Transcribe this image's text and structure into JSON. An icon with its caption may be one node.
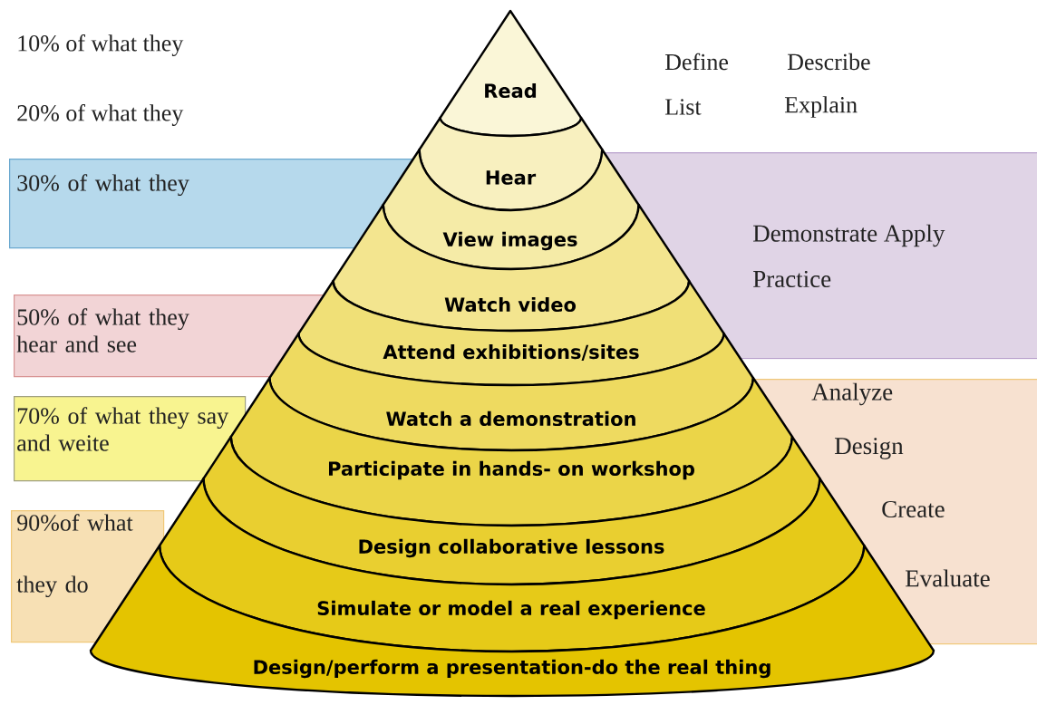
{
  "diagram": {
    "nodes": [
      {
        "text": [
          "30% of what they"
        ]
      },
      {
        "text": [
          "50% of what they hear and see"
        ]
      },
      {
        "text": [
          "70% of what they say and weite"
        ]
      },
      {
        "text": [
          "90%of what they do"
        ]
      },
      {
        "text": [
          "Demonstrate Apply",
          "Practice"
        ]
      },
      {
        "text": [
          "Analyze",
          "Design",
          "Create",
          "Evaluate"
        ]
      },
      {
        "text": [
          "Read"
        ]
      },
      {
        "text": [
          "Hear"
        ]
      },
      {
        "text": [
          "View images"
        ]
      },
      {
        "text": [
          "Watch video"
        ]
      },
      {
        "text": [
          "Attend exhibitions/sites"
        ]
      },
      {
        "text": [
          "Watch a demonstration"
        ]
      },
      {
        "text": [
          "Participate in hands- on workshop"
        ]
      },
      {
        "text": [
          "Design collaborative lessons"
        ]
      },
      {
        "text": [
          "Simulate or model a real experience"
        ]
      },
      {
        "text": [
          "Design/perform a presentation-do the real thing"
        ]
      }
    ],
    "labels": [
      "10% of what they",
      "20% of what they",
      "Define",
      "Describe",
      "List",
      "Explain"
    ]
  }
}
